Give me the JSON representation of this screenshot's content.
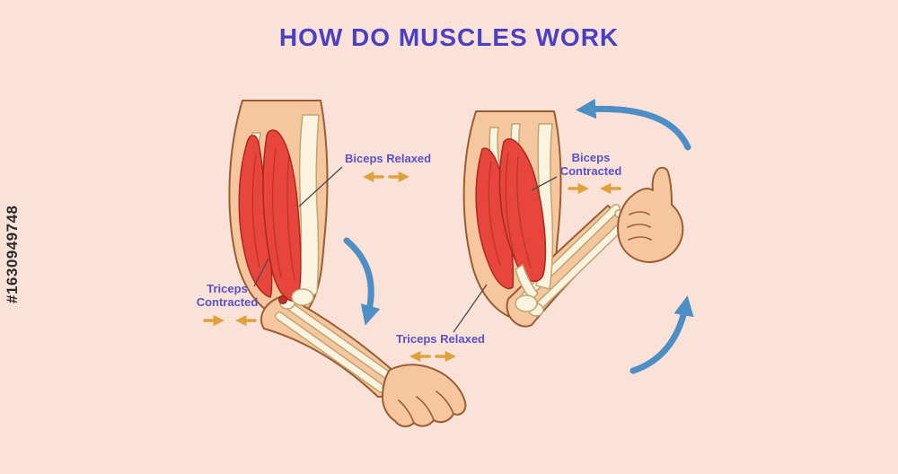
{
  "title": "HOW DO MUSCLES WORK",
  "watermark": "#1630949748",
  "labels": {
    "biceps_relaxed": "Biceps Relaxed",
    "triceps_contracted": "Triceps Contracted",
    "biceps_contracted": "Biceps Contracted",
    "triceps_relaxed": "Triceps Relaxed"
  },
  "colors": {
    "background": "#fae2d9",
    "title_text": "#4b40c2",
    "label_text": "#5a50c8",
    "skin": "#f6c79e",
    "muscle_red": "#e8463c",
    "bone": "#faf3df",
    "motion_arrow_blue": "#4d8fc4",
    "muscle_arrow_orange": "#dfa23a"
  }
}
